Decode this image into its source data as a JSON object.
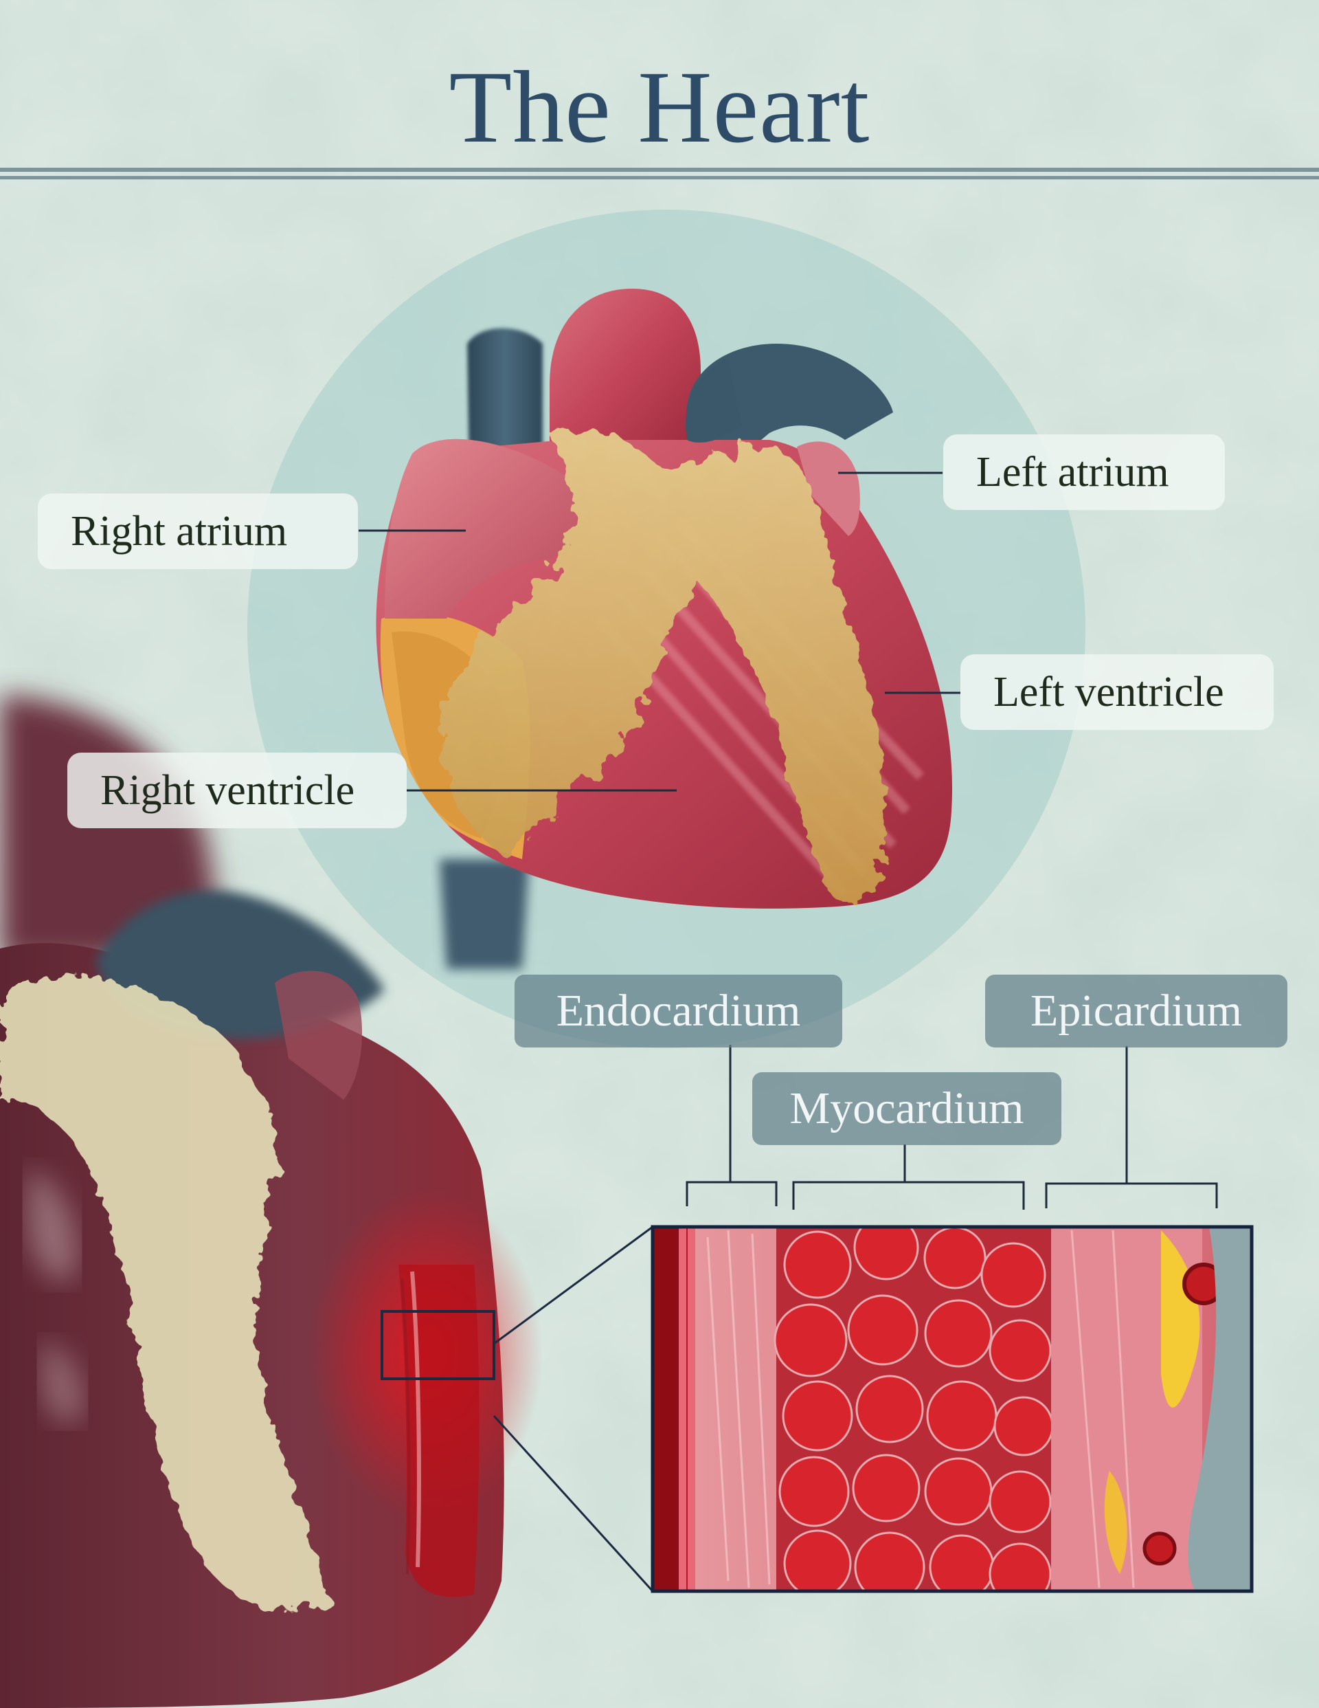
{
  "title": "The Heart",
  "anatomy_labels": {
    "right_atrium": "Right atrium",
    "left_atrium": "Left atrium",
    "left_ventricle": "Left ventricle",
    "right_ventricle": "Right ventricle"
  },
  "layer_labels": {
    "endocardium": "Endocardium",
    "myocardium": "Myocardium",
    "epicardium": "Epicardium"
  },
  "colors": {
    "background": "#cfe0d8",
    "title": "#2e4c68",
    "muscle": "#c94a5c",
    "fat": "#d9bb72",
    "vessel": "#3f5c6e",
    "tissue_red": "#c8161e",
    "frame": "#15243c"
  }
}
